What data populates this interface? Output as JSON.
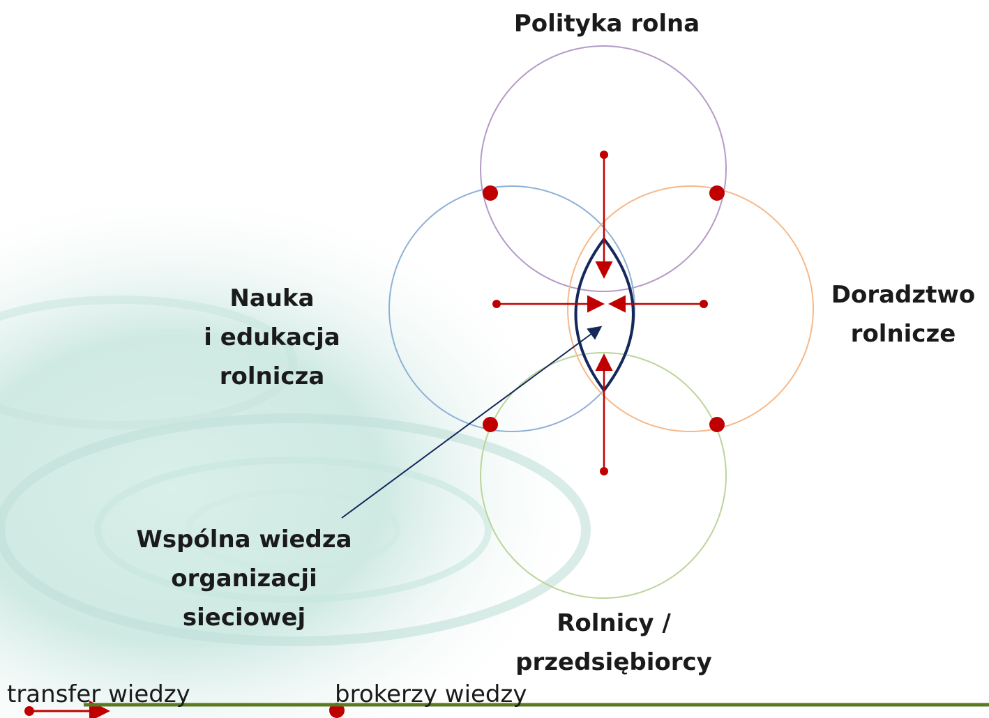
{
  "circles": {
    "top": "Polityka rolna",
    "left": [
      "Nauka",
      "i edukacja",
      "rolnicza"
    ],
    "right": [
      "Doradztwo",
      "rolnicze"
    ],
    "bottom": [
      "Rolnicy /",
      "przedsiębiorcy"
    ]
  },
  "center_label": [
    "Wspólna wiedza",
    "organizacji",
    "sieciowej"
  ],
  "legend": {
    "transfer": "transfer wiedzy",
    "brokers": "brokerzy wiedzy"
  },
  "colors": {
    "top_circle": "#b49ac8",
    "left_circle": "#8fb0d6",
    "right_circle": "#f5b98a",
    "bottom_circle": "#bcd49a",
    "arrows": "#c00000",
    "lens": "#15285a",
    "baseline": "#5a7a22"
  }
}
